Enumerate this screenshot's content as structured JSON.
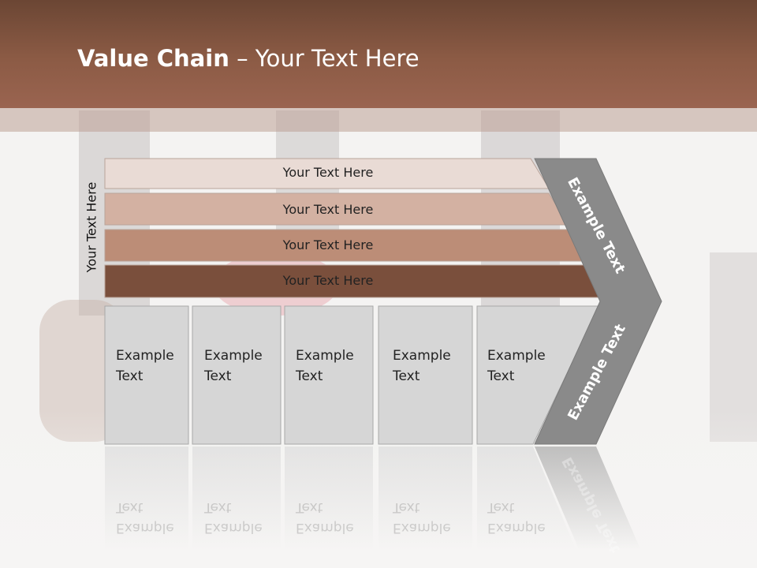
{
  "title": {
    "bold": "Value Chain",
    "rest": " – Your Text Here"
  },
  "side_label": "Your Text Here",
  "bars": [
    {
      "label": "Your Text Here",
      "fill": "#e9dbd5"
    },
    {
      "label": "Your Text Here",
      "fill": "#d3b1a2"
    },
    {
      "label": "Your Text Here",
      "fill": "#bc8d77"
    },
    {
      "label": "Your Text Here",
      "fill": "#7a4f3c"
    }
  ],
  "boxes": [
    {
      "line1": "Example",
      "line2": "Text"
    },
    {
      "line1": "Example",
      "line2": "Text"
    },
    {
      "line1": "Example",
      "line2": "Text"
    },
    {
      "line1": "Example",
      "line2": "Text"
    },
    {
      "line1": "Example",
      "line2": "Text"
    }
  ],
  "chevron": {
    "upper_label": "Example Text",
    "lower_label": "Example Text",
    "fill": "#8a8a8a"
  },
  "colors": {
    "header": "#8c5b45",
    "box_fill": "#d6d6d6"
  }
}
